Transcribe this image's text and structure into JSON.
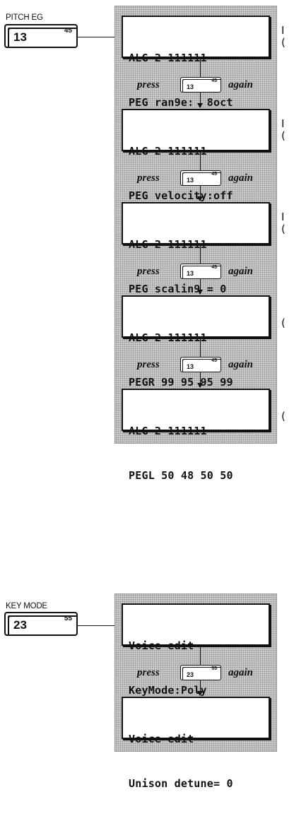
{
  "pitch_eg": {
    "label": "PITCH EG",
    "button": {
      "number": "13",
      "superscript": "45"
    },
    "screens": [
      {
        "line1": "ALG 2 111111",
        "line2": "PEG ran9e:  8oct"
      },
      {
        "line1": "ALG 2 111111",
        "line2": "PEG velocity:off"
      },
      {
        "line1": "ALG 2 111111",
        "line2": "PEG scalin9 = 0"
      },
      {
        "line1": "ALG 2 111111",
        "line2": "PEGR 99 95 95 99"
      },
      {
        "line1": "ALG 2 111111",
        "line2": "PEGL 50 48 50 50"
      }
    ],
    "press_steps": [
      {
        "press": "press",
        "again": "again",
        "num": "13",
        "sup": "45"
      },
      {
        "press": "press",
        "again": "again",
        "num": "13",
        "sup": "45"
      },
      {
        "press": "press",
        "again": "again",
        "num": "13",
        "sup": "45"
      },
      {
        "press": "press",
        "again": "again",
        "num": "13",
        "sup": "45"
      }
    ]
  },
  "key_mode": {
    "label": "KEY MODE",
    "button": {
      "number": "23",
      "superscript": "55"
    },
    "screens": [
      {
        "line1": "Voice edit",
        "line2": "KeyMode:Poly"
      },
      {
        "line1": "Voice edit",
        "line2": "Unison detune= 0"
      }
    ],
    "press_steps": [
      {
        "press": "press",
        "again": "again",
        "num": "23",
        "sup": "55"
      }
    ]
  },
  "edge_chars": [
    "I",
    "(",
    "I",
    "(",
    "I",
    "(",
    "(",
    "("
  ]
}
